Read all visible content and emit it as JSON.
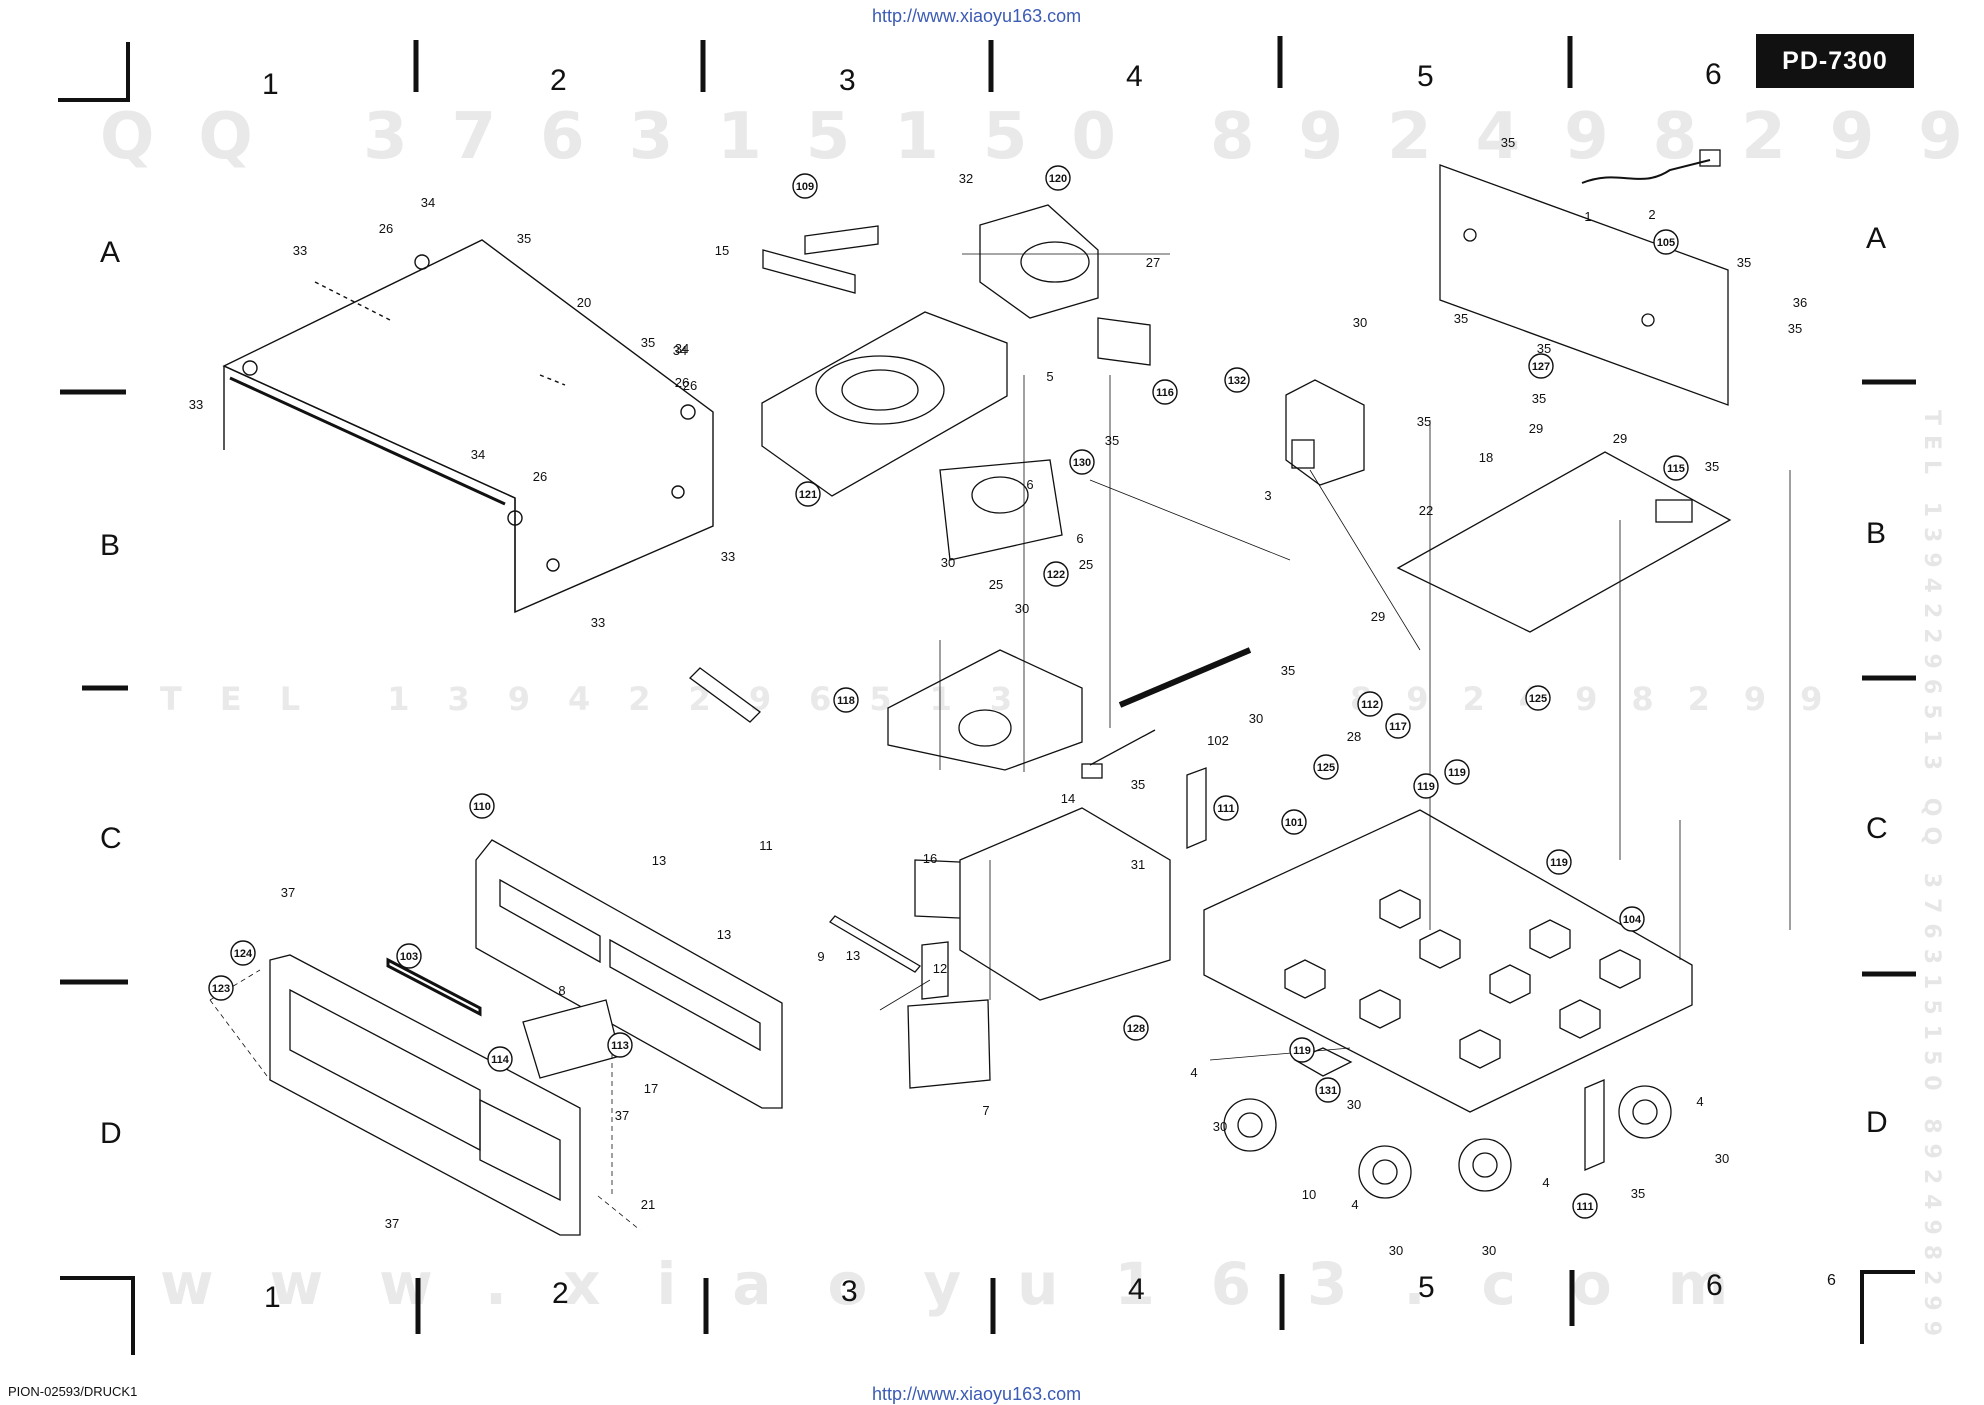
{
  "header": {
    "url_top": "http://www.xiaoyu163.com",
    "model": "PD-7300"
  },
  "footer": {
    "url_bottom": "http://www.xiaoyu163.com",
    "doc_code": "PION-02593/DRUCK1",
    "page_number": "6"
  },
  "watermarks": {
    "qq": "QQ 376315150",
    "qq_right": "892498299",
    "tel": "TEL 13942296513",
    "tel_right": "892498299",
    "www": "www.xiaoyu163.com",
    "vertical_right": "TEL 13942296513  QQ 376315150  892498299"
  },
  "grid": {
    "columns": [
      "1",
      "2",
      "3",
      "4",
      "5",
      "6"
    ],
    "rows": [
      "A",
      "B",
      "C",
      "D"
    ]
  },
  "parts": {
    "top_cover": [
      "34",
      "26",
      "33",
      "35",
      "20",
      "34",
      "26",
      "33",
      "35",
      "34",
      "26",
      "34",
      "26",
      "33",
      "33"
    ],
    "mechanism": [
      "109",
      "15",
      "32",
      "120",
      "27",
      "116",
      "121",
      "5",
      "6",
      "130",
      "35",
      "6",
      "25",
      "30",
      "122",
      "25",
      "30",
      "118",
      "102",
      "14"
    ],
    "rear_panel": [
      "35",
      "1",
      "2",
      "105",
      "35",
      "35",
      "36",
      "35",
      "35",
      "127",
      "35",
      "29",
      "29",
      "18",
      "35",
      "115",
      "22"
    ],
    "power": [
      "30",
      "132",
      "35",
      "3"
    ],
    "chassis": [
      "29",
      "35",
      "112",
      "28",
      "117",
      "125",
      "30",
      "125",
      "101",
      "35",
      "111",
      "31",
      "119",
      "119",
      "119",
      "104",
      "4",
      "30",
      "119",
      "131",
      "30",
      "10",
      "4",
      "30",
      "4",
      "30",
      "111",
      "35",
      "4",
      "30"
    ],
    "front_panel": [
      "110",
      "11",
      "13",
      "13",
      "37",
      "124",
      "103",
      "123",
      "8",
      "114",
      "113",
      "17",
      "37",
      "37",
      "21",
      "9",
      "12",
      "16",
      "13",
      "128",
      "7"
    ]
  }
}
